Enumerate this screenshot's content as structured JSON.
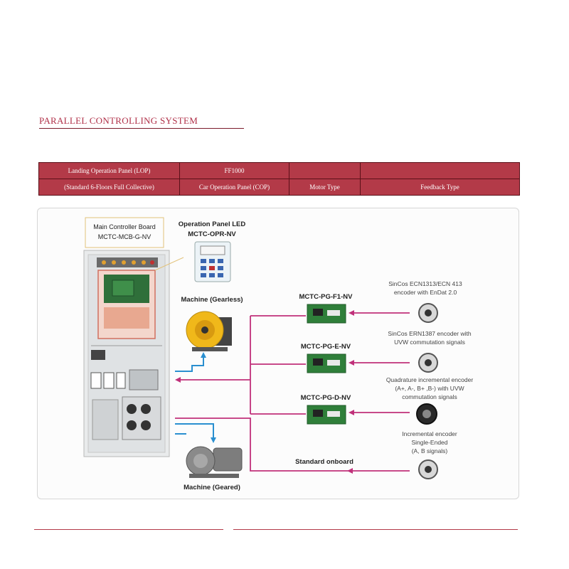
{
  "heading": "PARALLEL CONTROLLING SYSTEM",
  "table": {
    "rows": [
      [
        "Landing Operation Panel (LOP)",
        "FF1000",
        "",
        ""
      ],
      [
        "(Standard 6-Floors Full Collective)",
        "Car Operation Panel (COP)",
        "Motor Type",
        "Feedback Type"
      ]
    ]
  },
  "diagram": {
    "main_board_label": [
      "Main Controller Board",
      "MCTC-MCB-G-NV"
    ],
    "operation_panel_label": [
      "Operation Panel LED",
      "MCTC-OPR-NV"
    ],
    "machine_gearless": "Machine (Gearless)",
    "machine_geared": "Machine (Geared)",
    "pg_cards": [
      "MCTC-PG-F1-NV",
      "MCTC-PG-E-NV",
      "MCTC-PG-D-NV"
    ],
    "standard_onboard": "Standard onboard",
    "encoders": [
      [
        "SinCos ECN1313/ECN 413",
        "encoder with EnDat 2.0"
      ],
      [
        "SinCos ERN1387 encoder with",
        "UVW commutation signals"
      ],
      [
        "Quadrature incremental encoder",
        "(A+, A-, B+ ,B-) with UVW",
        "commutation signals"
      ],
      [
        "Incremental encoder",
        "Single-Ended",
        "(A, B signals)"
      ]
    ],
    "colors": {
      "signal_line": "#c0307a",
      "power_line": "#2a8fd0",
      "accent": "#b33a48"
    }
  }
}
